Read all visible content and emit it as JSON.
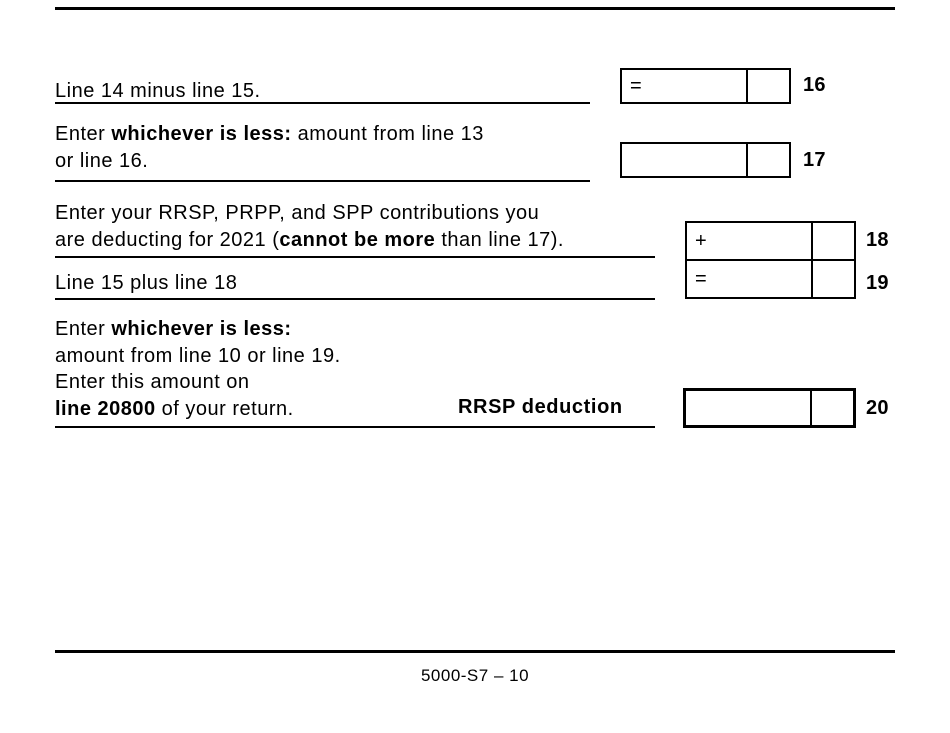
{
  "page": {
    "footer": "5000-S7 – 10"
  },
  "rows": {
    "r16": {
      "text": "Line 14 minus line 15.",
      "operator": "=",
      "line_number": "16",
      "amount": "",
      "cents": ""
    },
    "r17": {
      "line1_pre": "Enter ",
      "line1_bold": "whichever is less:",
      "line1_post": " amount from line 13",
      "line2": "or line 16.",
      "line_number": "17",
      "amount": "",
      "cents": ""
    },
    "r18": {
      "line1": "Enter your RRSP, PRPP, and SPP contributions you",
      "line2_pre": "are deducting for 2021 (",
      "line2_bold": "cannot be more",
      "line2_post": " than line 17).",
      "operator": "+",
      "line_number": "18",
      "amount": "",
      "cents": ""
    },
    "r19": {
      "text": "Line 15 plus line 18",
      "operator": "=",
      "line_number": "19",
      "amount": "",
      "cents": ""
    },
    "r20": {
      "line1_pre": "Enter ",
      "line1_bold": "whichever is less:",
      "line2": "amount from line 10 or line 19.",
      "line3": "Enter this amount on",
      "line4_bold": "line 20800",
      "line4_post": " of your return.",
      "caption": "RRSP deduction",
      "line_number": "20",
      "amount": "",
      "cents": ""
    }
  }
}
